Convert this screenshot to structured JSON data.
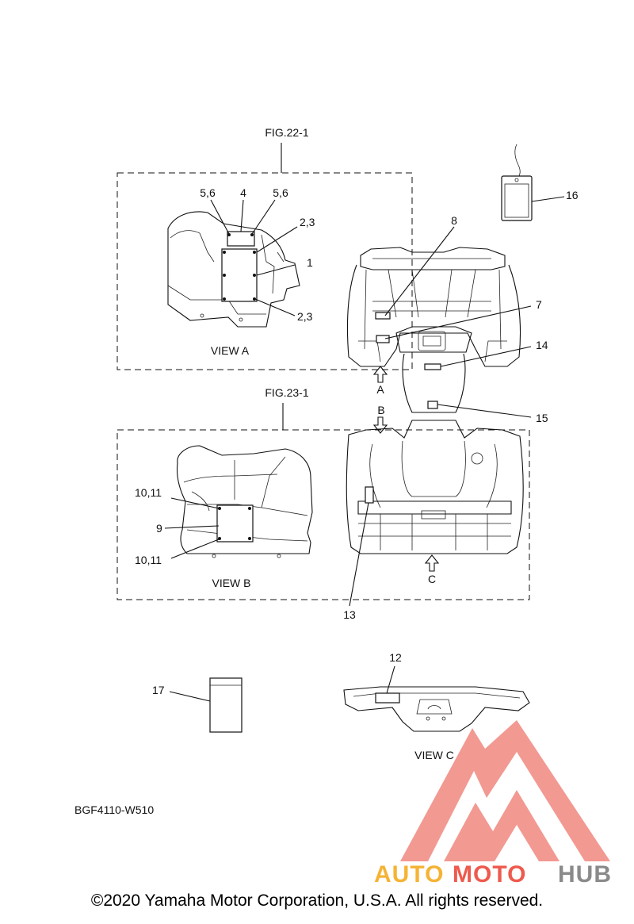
{
  "figures": {
    "fig_22": "FIG.22-1",
    "fig_23": "FIG.23-1"
  },
  "views": {
    "view_a": "VIEW A",
    "view_b": "VIEW B",
    "view_c": "VIEW C",
    "arrow_a": "A",
    "arrow_b": "B",
    "arrow_c": "C"
  },
  "callouts": {
    "c1": "1",
    "c2_3_top": "2,3",
    "c2_3_bottom": "2,3",
    "c4": "4",
    "c5_6_left": "5,6",
    "c5_6_right": "5,6",
    "c7": "7",
    "c8": "8",
    "c9": "9",
    "c10_11_top": "10,11",
    "c10_11_bottom": "10,11",
    "c12": "12",
    "c13": "13",
    "c14": "14",
    "c15": "15",
    "c16": "16",
    "c17": "17"
  },
  "part_code": "BGF4110-W510",
  "watermark": {
    "part1": "AUTO",
    "part2": "MOTO",
    "part3": "HUB",
    "color_orange": "#f5b335",
    "color_red": "#ee5a4e",
    "color_gray": "#8a8a8a",
    "logo_color": "#f08880"
  },
  "copyright": "©2020 Yamaha Motor Corporation, U.S.A. All rights reserved."
}
